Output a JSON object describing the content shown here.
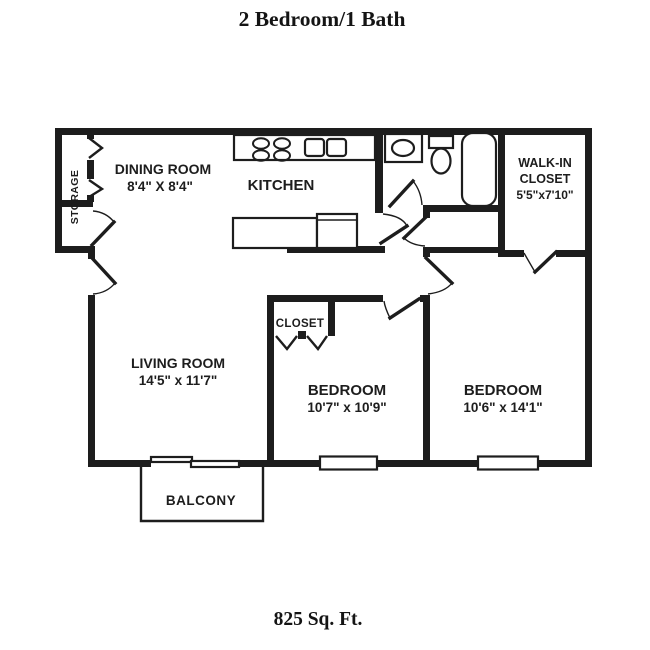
{
  "title": "2 Bedroom/1 Bath",
  "footer": "825 Sq. Ft.",
  "rooms": {
    "storage": "STORAGE",
    "dining_name": "DINING ROOM",
    "dining_dims": "8'4\" X 8'4\"",
    "kitchen": "KITCHEN",
    "walkin_line1": "WALK-IN",
    "walkin_line2": "CLOSET",
    "walkin_dims": "5'5\"x7'10\"",
    "living_name": "LIVING ROOM",
    "living_dims": "14'5\" x 11'7\"",
    "closet": "CLOSET",
    "bedroom1_name": "BEDROOM",
    "bedroom1_dims": "10'7\" x 10'9\"",
    "bedroom2_name": "BEDROOM",
    "bedroom2_dims": "10'6\" x 14'1\"",
    "balcony": "BALCONY"
  },
  "colors": {
    "ink": "#1d1d1d",
    "background": "#ffffff"
  }
}
